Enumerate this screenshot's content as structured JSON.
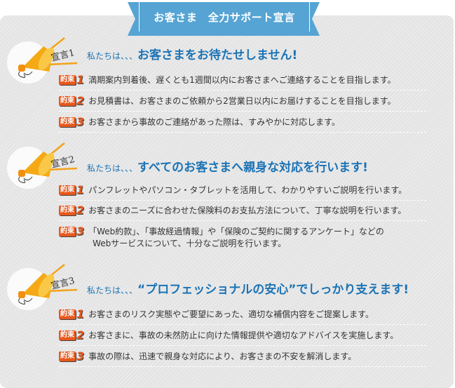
{
  "header": {
    "title": "お客さま　全力サポート宣言",
    "color": "#56a4d4"
  },
  "colors": {
    "headline": "#1b73b5",
    "tag": "#e8581c",
    "panel": "#e4e4e4"
  },
  "sections": [
    {
      "badge_label": "宣言1",
      "icon": "megaphone-icon",
      "headline_lead": "私たちは、、、",
      "headline_main": "お客さまをお待たせしません!",
      "promises": [
        {
          "tag": "約束",
          "num": "1",
          "text": "満期案内到着後、遅くとも1週間以内にお客さまへご連絡することを目指します。"
        },
        {
          "tag": "約束",
          "num": "2",
          "text": "お見積書は、お客さまのご依頼から2営業日以内にお届けすることを目指します。"
        },
        {
          "tag": "約束",
          "num": "3",
          "text": "お客さまから事故のご連絡があった際は、すみやかに対応します。"
        }
      ]
    },
    {
      "badge_label": "宣言2",
      "icon": "megaphone-icon",
      "headline_lead": "私たちは、、、",
      "headline_main": "すべてのお客さまへ親身な対応を行います!",
      "promises": [
        {
          "tag": "約束",
          "num": "1",
          "text": "パンフレットやパソコン・タブレットを活用して、わかりやすいご説明を行います。"
        },
        {
          "tag": "約束",
          "num": "2",
          "text": "お客さまのニーズに合わせた保険料のお支払方法について、丁寧な説明を行います。"
        },
        {
          "tag": "約束",
          "num": "3",
          "text": "「Web約款」、「事故経過情報」や「保険のご契約に関するアンケート」などの",
          "text2": "Webサービスについて、十分なご説明を行います。"
        }
      ]
    },
    {
      "badge_label": "宣言3",
      "icon": "megaphone-icon",
      "headline_lead": "私たちは、、、",
      "headline_main": "“プロフェッショナルの安心”でしっかり支えます!",
      "promises": [
        {
          "tag": "約束",
          "num": "1",
          "text": "お客さまのリスク実態やご要望にあった、適切な補償内容をご提案します。"
        },
        {
          "tag": "約束",
          "num": "2",
          "text": "お客さまに、事故の未然防止に向けた情報提供や適切なアドバイスを実施します。"
        },
        {
          "tag": "約束",
          "num": "3",
          "text": "事故の際は、迅速で親身な対応により、お客さまの不安を解消します。"
        }
      ]
    }
  ]
}
